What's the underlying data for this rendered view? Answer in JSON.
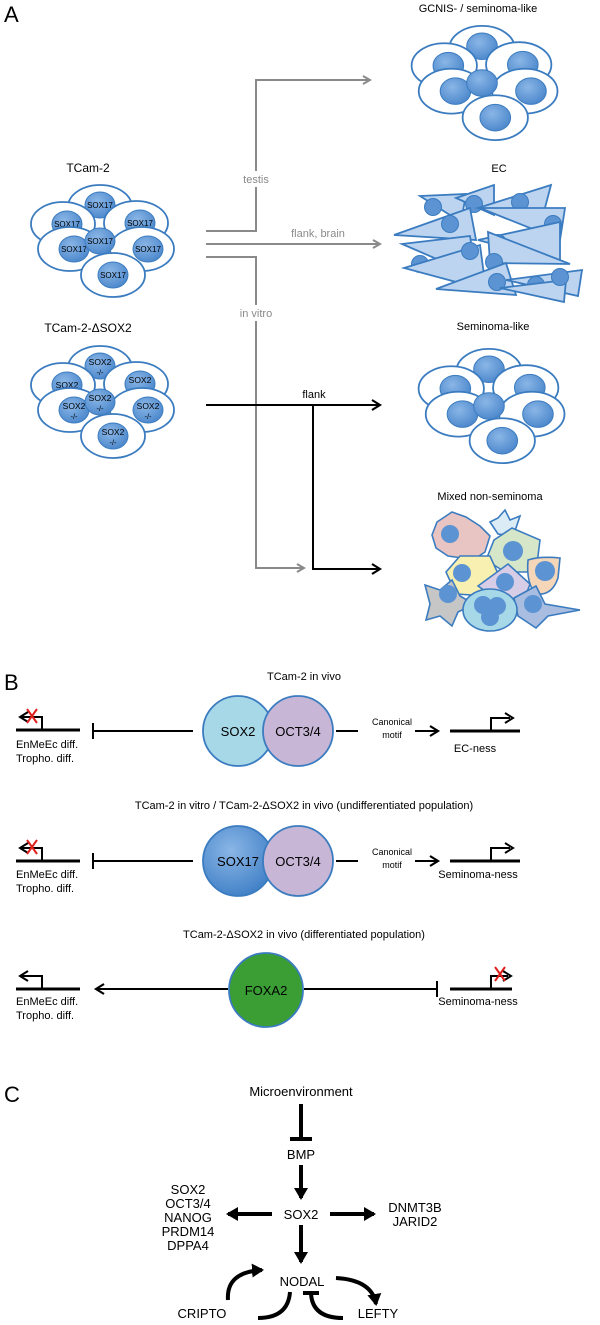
{
  "panels": {
    "a": {
      "letter": "A",
      "source_tcam2": {
        "title": "TCam-2",
        "nucleus_label": "SOX17"
      },
      "source_dsox2": {
        "title": "TCam-2-ΔSOX2",
        "nucleus_label_top": "SOX2",
        "nucleus_label_bottom": "-/-",
        "plain_label": "SOX2"
      },
      "routes": {
        "testis": "testis",
        "flank_brain": "flank, brain",
        "in_vitro": "in vitro",
        "flank": "flank"
      },
      "outcomes": {
        "gcnis": "GCNIS- / seminoma-like",
        "ec": "EC",
        "seminoma": "Seminoma-like",
        "mixed": "Mixed non-seminoma"
      },
      "colors": {
        "cell_outline": "#3b7cc0",
        "nucleus": "#5b93d3",
        "ec_fill": "#bcd4f0",
        "gray_arrow": "#8a8a8a"
      }
    },
    "b": {
      "letter": "B",
      "rows": [
        {
          "title": "TCam-2 in vivo",
          "left_factor": "SOX2",
          "right_factor": "OCT3/4",
          "left_gene_line1": "EnMeEc diff.",
          "left_gene_line2": "Tropho. diff.",
          "motif_line1": "Canonical",
          "motif_line2": "motif",
          "right_gene": "EC-ness"
        },
        {
          "title": "TCam-2 in vitro / TCam-2-ΔSOX2 in vivo (undifferentiated population)",
          "left_factor": "SOX17",
          "right_factor": "OCT3/4",
          "left_gene_line1": "EnMeEc diff.",
          "left_gene_line2": "Tropho. diff.",
          "motif_line1": "Canonical",
          "motif_line2": "motif",
          "right_gene": "Seminoma-ness"
        },
        {
          "title": "TCam-2-ΔSOX2 in vivo (differentiated population)",
          "factor": "FOXA2",
          "left_gene_line1": "EnMeEc diff.",
          "left_gene_line2": "Tropho. diff.",
          "right_gene": "Seminoma-ness"
        }
      ],
      "colors": {
        "sox2": "#a6d8e8",
        "oct34": "#c7b6d6",
        "sox17": "#5b93d3",
        "foxa2": "#3a9e35",
        "x_mark": "#e0201b"
      }
    },
    "c": {
      "letter": "C",
      "microenvironment": "Microenvironment",
      "bmp": "BMP",
      "sox2": "SOX2",
      "left_targets": [
        "SOX2",
        "OCT3/4",
        "NANOG",
        "PRDM14",
        "DPPA4"
      ],
      "right_targets": [
        "DNMT3B",
        "JARID2"
      ],
      "nodal": "NODAL",
      "cripto": "CRIPTO",
      "lefty": "LEFTY"
    }
  }
}
